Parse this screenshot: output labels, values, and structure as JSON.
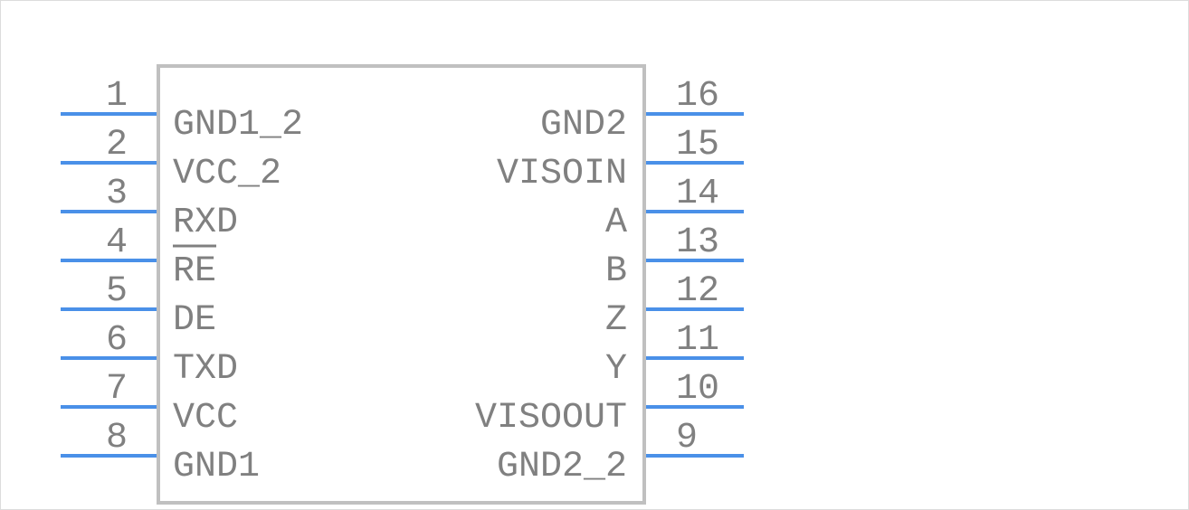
{
  "colors": {
    "pin_line": "#4a90e8",
    "body_outline": "#c0c0c0",
    "text": "#808080",
    "border": "#dcdcdc"
  },
  "left_pins": [
    {
      "number": "1",
      "label": "GND1_2",
      "overbar": false
    },
    {
      "number": "2",
      "label": "VCC_2",
      "overbar": false
    },
    {
      "number": "3",
      "label": "RXD",
      "overbar": false
    },
    {
      "number": "4",
      "label": "RE",
      "overbar": true
    },
    {
      "number": "5",
      "label": "DE",
      "overbar": false
    },
    {
      "number": "6",
      "label": "TXD",
      "overbar": false
    },
    {
      "number": "7",
      "label": "VCC",
      "overbar": false
    },
    {
      "number": "8",
      "label": "GND1",
      "overbar": false
    }
  ],
  "right_pins": [
    {
      "number": "16",
      "label": "GND2",
      "overbar": false
    },
    {
      "number": "15",
      "label": "VISOIN",
      "overbar": false
    },
    {
      "number": "14",
      "label": "A",
      "overbar": false
    },
    {
      "number": "13",
      "label": "B",
      "overbar": false
    },
    {
      "number": "12",
      "label": "Z",
      "overbar": false
    },
    {
      "number": "11",
      "label": "Y",
      "overbar": false
    },
    {
      "number": "10",
      "label": "VISOOUT",
      "overbar": false
    },
    {
      "number": "9",
      "label": "GND2_2",
      "overbar": false
    }
  ]
}
